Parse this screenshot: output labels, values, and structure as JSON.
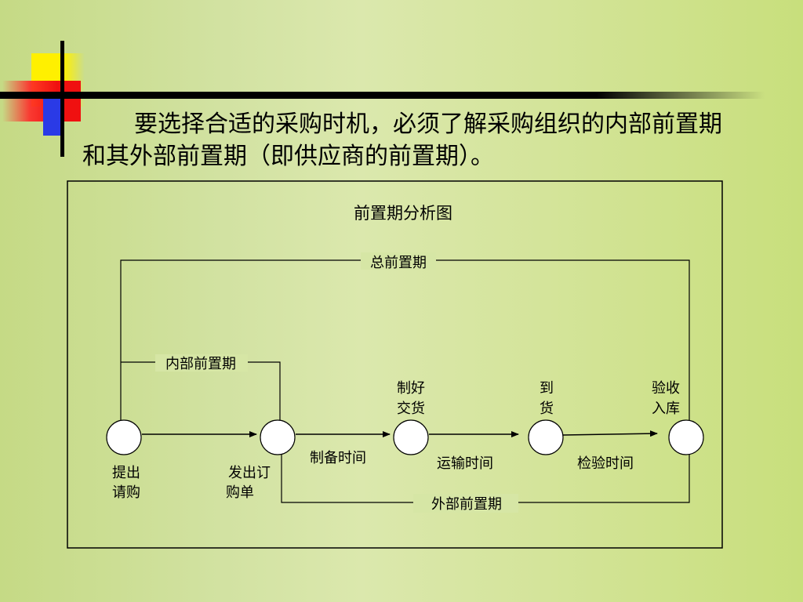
{
  "headline": "要选择合适的采购时机，必须了解采购组织的内部前置期和其外部前置期（即供应商的前置期）。",
  "diagram": {
    "title": "前置期分析图",
    "spans": {
      "total": "总前置期",
      "internal": "内部前置期",
      "external": "外部前置期"
    },
    "nodes": [
      {
        "line1": "提出",
        "line2": "请购"
      },
      {
        "line1": "发出订",
        "line2": "购单"
      },
      {
        "line1": "制好",
        "line2": "交货"
      },
      {
        "line1": "到",
        "line2": "货"
      },
      {
        "line1": "验收",
        "line2": "入库"
      }
    ],
    "durations": [
      "制备时间",
      "运输时间",
      "检验时间"
    ]
  }
}
